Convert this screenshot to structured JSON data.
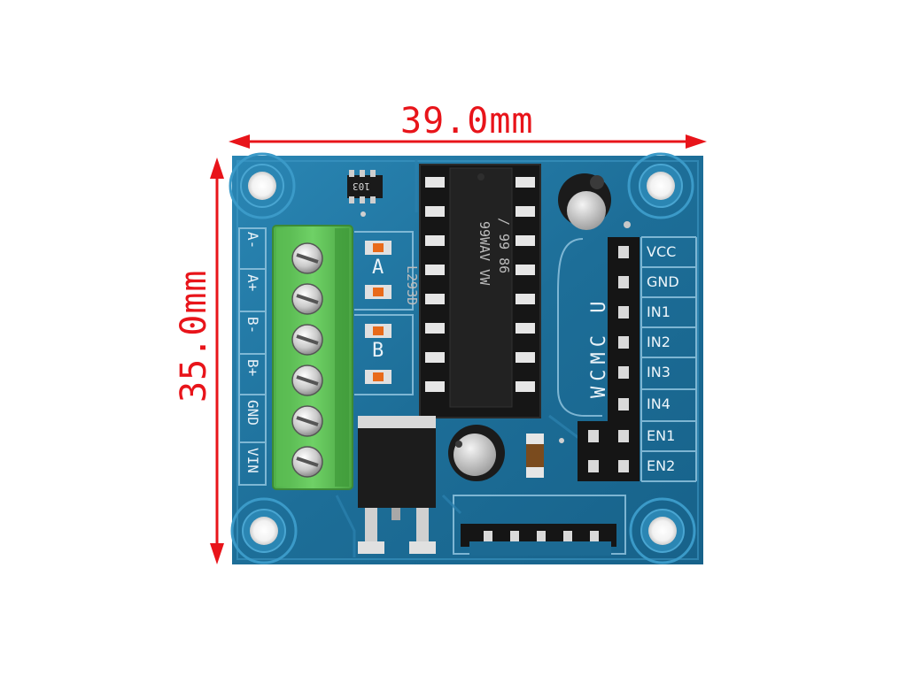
{
  "dimensions": {
    "width_label": "39.0mm",
    "height_label": "35.0mm"
  },
  "board": {
    "pin_labels": [
      "VCC",
      "GND",
      "IN1",
      "IN2",
      "IN3",
      "IN4",
      "EN1",
      "EN2"
    ],
    "terminal_labels": [
      "A-",
      "A+",
      "B-",
      "B+",
      "GND",
      "VIN"
    ],
    "led_labels": [
      "A",
      "B"
    ],
    "vertical_text": "WCMC U",
    "chip_text": [
      "L293D",
      "99WAV VW",
      "/ 99 86"
    ],
    "resistor_text": "103"
  },
  "colors": {
    "pcb": "#1e6f9a",
    "terminal": "#5fc257",
    "dimension": "#e8141a"
  }
}
